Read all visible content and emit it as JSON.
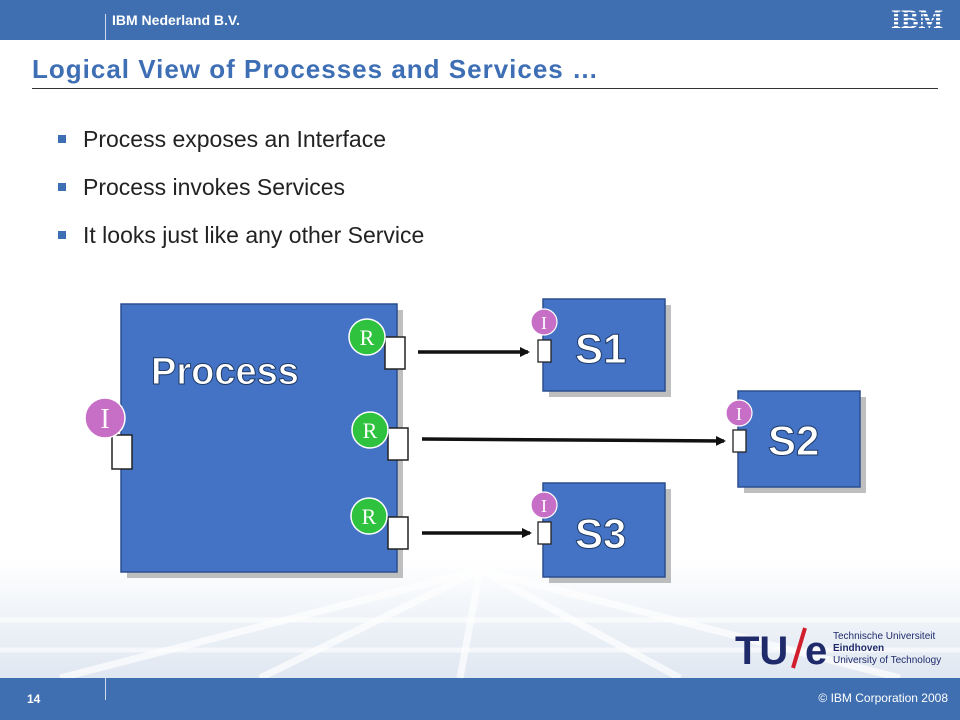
{
  "header": {
    "company": "IBM Nederland B.V.",
    "logo_text": "IBM"
  },
  "title": "Logical View of Processes and Services …",
  "bullets": [
    "Process exposes an Interface",
    "Process invokes Services",
    "It looks just like any other Service"
  ],
  "diagram": {
    "process_label": "Process",
    "interface_marker": "I",
    "reference_marker": "R",
    "services": [
      {
        "label": "S1",
        "marker": "I"
      },
      {
        "label": "S2",
        "marker": "I"
      },
      {
        "label": "S3",
        "marker": "I"
      }
    ],
    "colors": {
      "box_fill": "#4472c4",
      "interface_circle": "#c76fc7",
      "reference_circle": "#2ec23e",
      "arrow": "#111111"
    }
  },
  "footer": {
    "page_number": "14",
    "copyright": "© IBM Corporation 2008"
  },
  "partner_logo": {
    "mark_left": "TU",
    "mark_right": "e",
    "line1": "Technische Universiteit",
    "line2": "Eindhoven",
    "line3": "University of Technology"
  },
  "colors": {
    "bar": "#3f6fb0",
    "title": "#3e6fb5"
  }
}
